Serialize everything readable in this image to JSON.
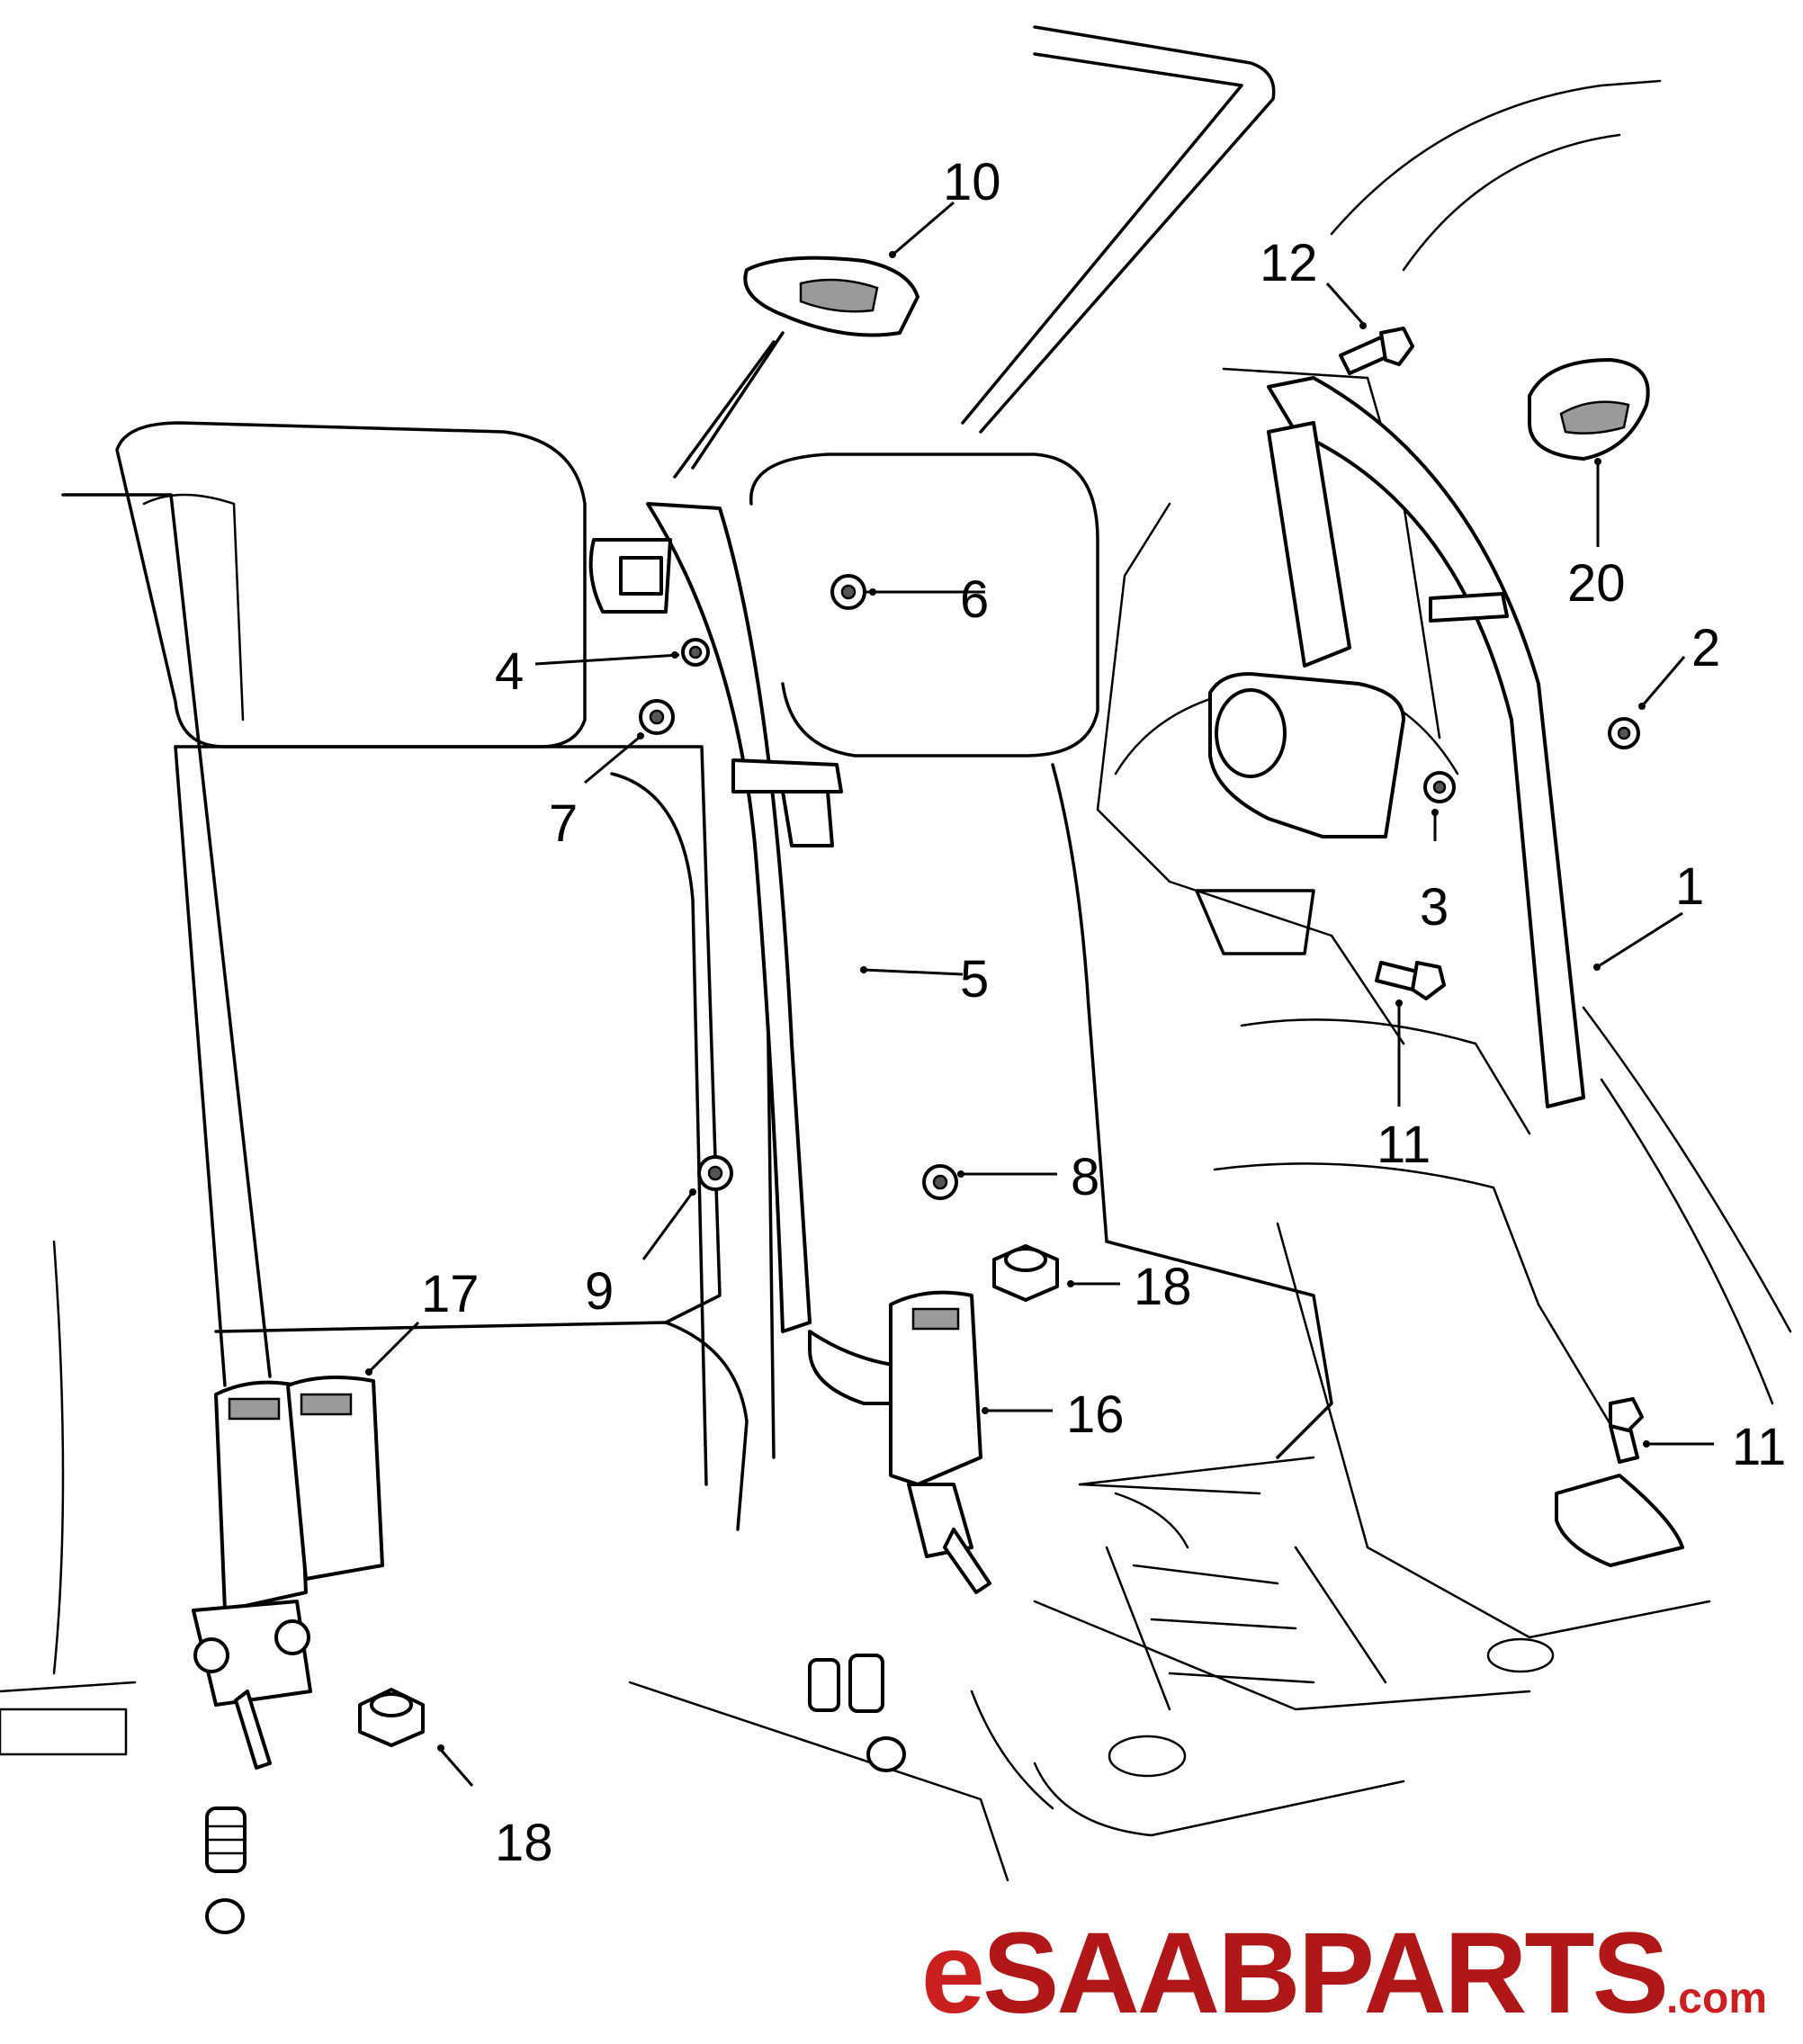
{
  "callouts": [
    {
      "id": "1",
      "text": "1"
    },
    {
      "id": "2",
      "text": "2"
    },
    {
      "id": "3",
      "text": "3"
    },
    {
      "id": "4",
      "text": "4"
    },
    {
      "id": "5",
      "text": "5"
    },
    {
      "id": "6",
      "text": "6"
    },
    {
      "id": "7",
      "text": "7"
    },
    {
      "id": "8",
      "text": "8"
    },
    {
      "id": "9",
      "text": "9"
    },
    {
      "id": "10",
      "text": "10"
    },
    {
      "id": "11a",
      "text": "11"
    },
    {
      "id": "11b",
      "text": "11"
    },
    {
      "id": "12",
      "text": "12"
    },
    {
      "id": "16",
      "text": "16"
    },
    {
      "id": "17",
      "text": "17"
    },
    {
      "id": "18a",
      "text": "18"
    },
    {
      "id": "18b",
      "text": "18"
    },
    {
      "id": "20",
      "text": "20"
    }
  ],
  "brand": {
    "prefix": "e",
    "name": "SAAB",
    "suffix": "PARTS",
    "tld": ".com",
    "color": "#cc1f1f"
  }
}
